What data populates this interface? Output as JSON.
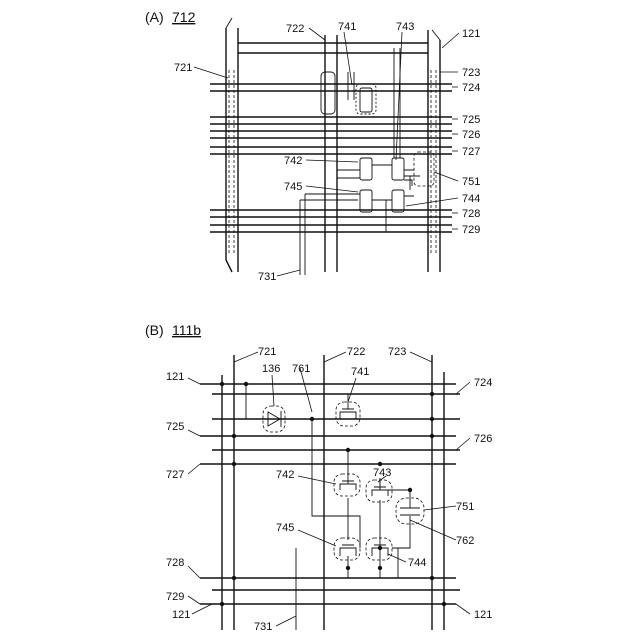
{
  "colors": {
    "ink": "#111111",
    "paper": "#ffffff"
  },
  "panel_a": {
    "title": "(A)",
    "ref": "712",
    "labels": {
      "l722": "722",
      "l741": "741",
      "l743": "743",
      "l121": "121",
      "l721": "721",
      "l723": "723",
      "l724": "724",
      "l725": "725",
      "l726": "726",
      "l727": "727",
      "l742": "742",
      "l751": "751",
      "l745": "745",
      "l744": "744",
      "l728": "728",
      "l729": "729",
      "l731": "731"
    }
  },
  "panel_b": {
    "title": "(B)",
    "ref": "111b",
    "labels": {
      "l721": "721",
      "l722": "722",
      "l723": "723",
      "l121_tl": "121",
      "l136": "136",
      "l761": "761",
      "l741": "741",
      "l724": "724",
      "l725": "725",
      "l726": "726",
      "l727": "727",
      "l742": "742",
      "l743": "743",
      "l751": "751",
      "l762": "762",
      "l745": "745",
      "l744": "744",
      "l728": "728",
      "l729": "729",
      "l121_bl": "121",
      "l121_br": "121",
      "l731": "731"
    }
  }
}
